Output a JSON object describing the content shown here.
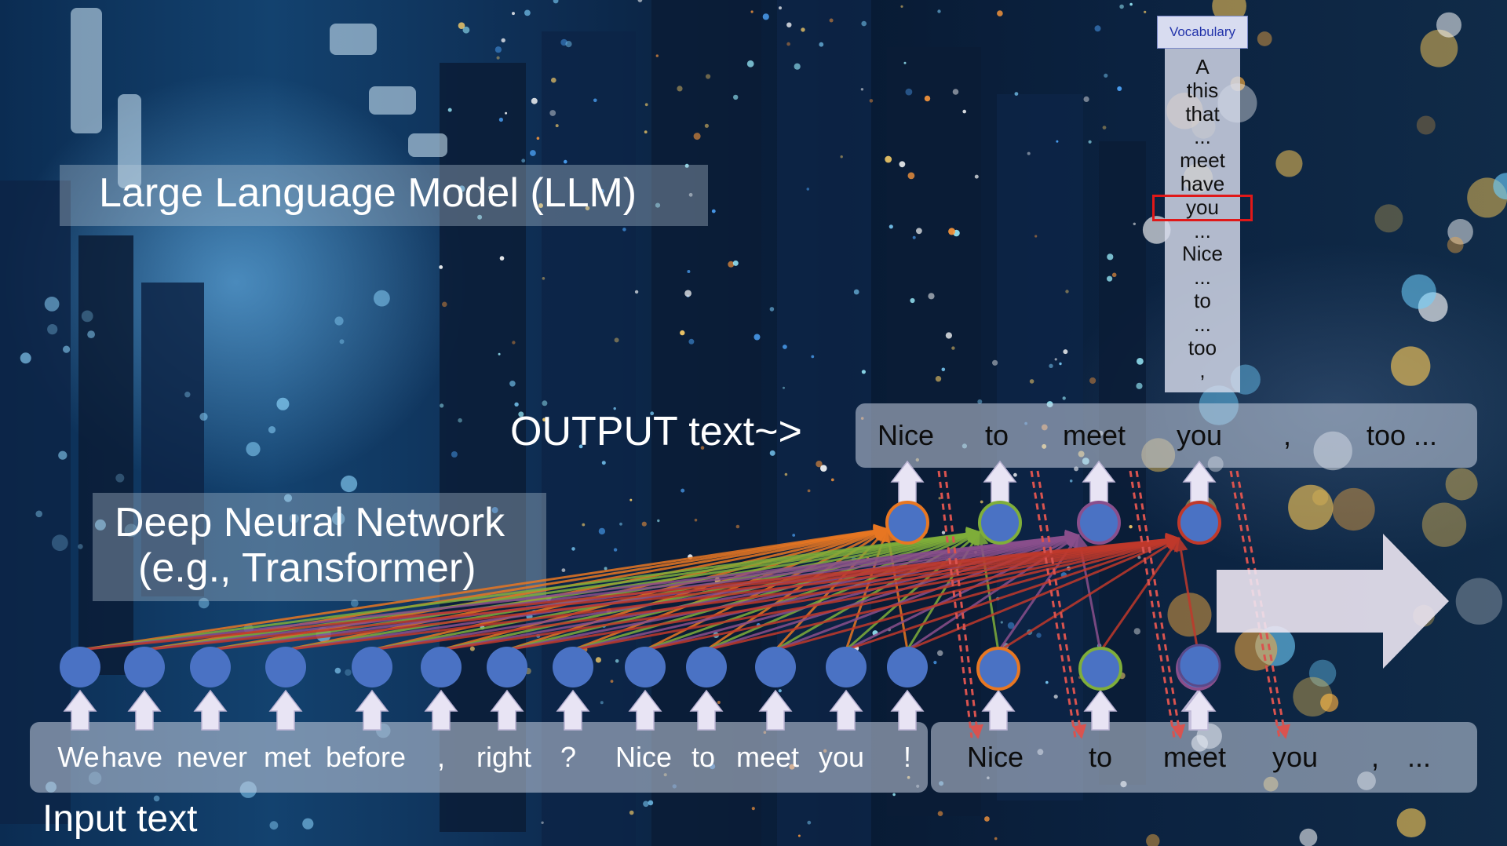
{
  "title": "Large Language Model (LLM)",
  "dnn_label": {
    "line1": "Deep Neural Network",
    "line2": "(e.g., Transformer)"
  },
  "output_label": "OUTPUT text~>",
  "input_label": "Input text",
  "vocabulary": {
    "header": "Vocabulary",
    "words": [
      "A",
      "this",
      "that",
      "...",
      "meet",
      "have",
      "you",
      "...",
      "Nice",
      "...",
      "to",
      "...",
      "too",
      ","
    ],
    "highlighted": "you"
  },
  "input_tokens": [
    "We",
    "have",
    "never",
    "met",
    "before",
    ",",
    "right",
    "?",
    "Nice",
    "to",
    "meet",
    "you",
    "!"
  ],
  "generated_input_tokens": [
    "Nice",
    "to",
    "meet",
    "you",
    ",",
    "..."
  ],
  "output_tokens": [
    "Nice",
    "to",
    "meet",
    "you",
    ",",
    "too ..."
  ],
  "colors": {
    "node_fill": "#4a72c4",
    "arrow_orange": "#e87722",
    "arrow_green": "#7fae3a",
    "arrow_purple": "#8a4f8c",
    "arrow_red": "#c0392b",
    "dashed_red": "#d9534f",
    "highlight_red": "#e01818"
  }
}
